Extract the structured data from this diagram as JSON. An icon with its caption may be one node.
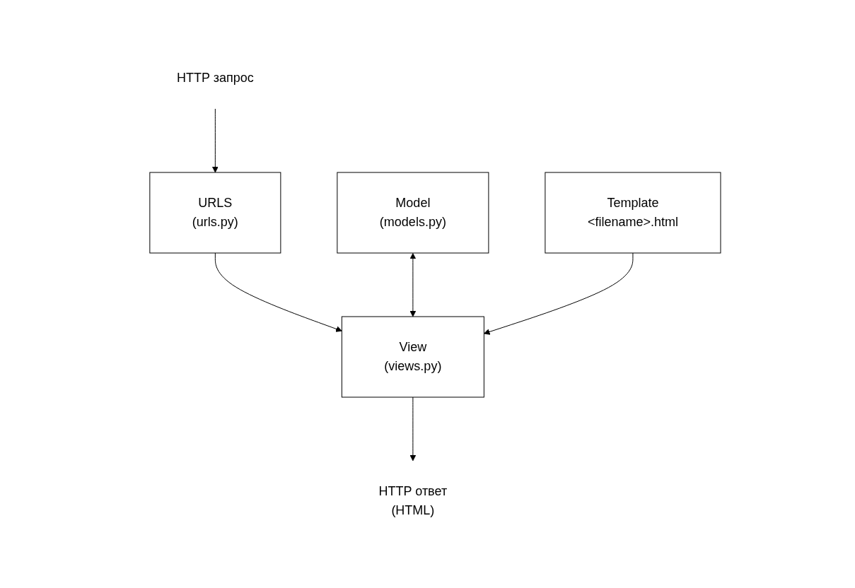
{
  "diagram": {
    "nodes": [
      {
        "text": [
          "HTTP запрос"
        ]
      },
      {
        "text": [
          "URLS",
          "(urls.py)"
        ]
      },
      {
        "text": [
          "Model",
          "(models.py)"
        ]
      },
      {
        "text": [
          "View",
          "(views.py)"
        ]
      },
      {
        "text": [
          "HTTP ответ",
          "(HTML)"
        ]
      },
      {
        "text": [
          "Template",
          "<filename>.html"
        ]
      }
    ],
    "edges": [
      {
        "from": 0,
        "to": 1,
        "arrow": "to"
      },
      {
        "from": 1,
        "to": 3,
        "arrow": "to"
      },
      {
        "from": 2,
        "to": 3,
        "arrow": "both"
      },
      {
        "from": 3,
        "to": 4,
        "arrow": "to"
      },
      {
        "from": 5,
        "to": 3,
        "arrow": "to"
      }
    ]
  }
}
